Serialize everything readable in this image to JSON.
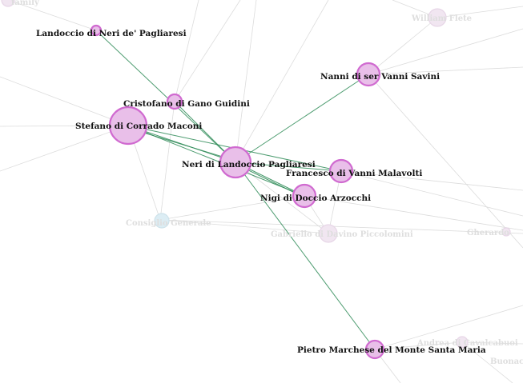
{
  "graph": {
    "colors": {
      "highlight_node_fill": "#e9bfe9",
      "highlight_node_stroke": "#d06ad0",
      "highlight_edge": "#2e8b57",
      "dim_node": "#f1e6f1",
      "dim_blue_node": "#dcedf4",
      "dim_edge": "#dcdcdc",
      "dim_label": "#dedede"
    },
    "highlighted_nodes": [
      {
        "id": "neri",
        "label": "Neri di Landoccio Pagliaresi"
      },
      {
        "id": "stefano",
        "label": "Stefano di Corrado Maconi"
      },
      {
        "id": "landoccio",
        "label": "Landoccio di Neri de' Pagliaresi"
      },
      {
        "id": "cristofano",
        "label": "Cristofano di Gano Guidini"
      },
      {
        "id": "nanni",
        "label": "Nanni di ser Vanni Savini"
      },
      {
        "id": "francesco",
        "label": "Francesco di Vanni Malavolti"
      },
      {
        "id": "nigi",
        "label": "Nigi di Doccio Arzocchi"
      },
      {
        "id": "pietro",
        "label": "Pietro Marchese del Monte Santa Maria"
      }
    ],
    "dimmed_nodes": [
      {
        "id": "william",
        "label": "William Flete"
      },
      {
        "id": "consiglio",
        "label": "Consiglio Generale"
      },
      {
        "id": "gabriello",
        "label": "Gabriello di Davino Piccolomini"
      },
      {
        "id": "gherardo",
        "label": "Gherardo"
      },
      {
        "id": "andrea",
        "label": "Andrea di Cavalcabuoi"
      },
      {
        "id": "buonaccorso",
        "label": "Buonacc"
      },
      {
        "id": "topleft",
        "label": "family"
      }
    ]
  }
}
